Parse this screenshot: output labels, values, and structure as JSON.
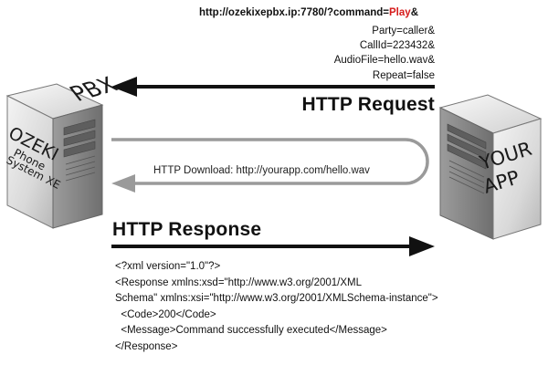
{
  "request": {
    "url_prefix": "http://ozekixepbx.ip:7780/?command=",
    "command_value": "Play",
    "url_suffix": "&",
    "params": [
      "Party=caller&",
      "CallId=223432&",
      "AudioFile=hello.wav&",
      "Repeat=false"
    ],
    "heading": "HTTP Request"
  },
  "download": {
    "label": "HTTP Download: http://yourapp.com/hello.wav"
  },
  "response": {
    "heading": "HTTP Response",
    "xml_lines": [
      "<?xml version=\"1.0\"?>",
      "<Response xmlns:xsd=\"http://www.w3.org/2001/XML",
      "Schema\" xmlns:xsi=\"http://www.w3.org/2001/XMLSchema-instance\">",
      "  <Code>200</Code>",
      "  <Message>Command successfully executed</Message>",
      "</Response>"
    ]
  },
  "pbx_server": {
    "top_label": "PBX",
    "front_lines": [
      "OZEKI",
      "Phone",
      "System XE"
    ]
  },
  "app_server": {
    "front_lines": [
      "YOUR",
      "APP"
    ]
  },
  "colors": {
    "arrow_dark": "#111111",
    "arrow_gray": "#9a9a9a",
    "command_highlight": "#d61b1b"
  }
}
